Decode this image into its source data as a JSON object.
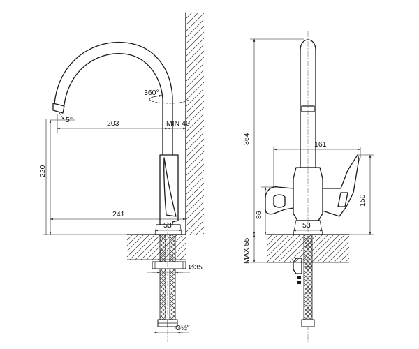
{
  "side_view": {
    "swivel_angle": "360°",
    "tilt_angle": "5°",
    "reach": "203",
    "wall_clearance": "MIN 40",
    "spout_height": "220",
    "total_reach": "241",
    "base_diameter": "53",
    "hose_diameter": "Ø35",
    "thread": "G½\""
  },
  "front_view": {
    "total_height": "364",
    "handle_width": "161",
    "handle_height": "150",
    "side_handle_height": "86",
    "base_diameter": "53",
    "max_deck_thickness": "MAX 55"
  }
}
